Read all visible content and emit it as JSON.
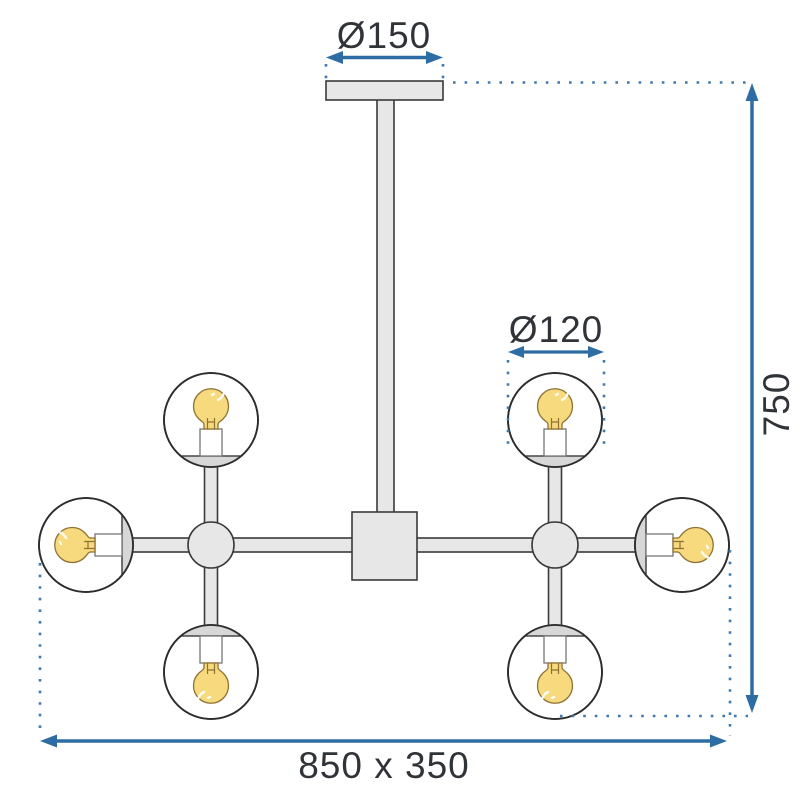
{
  "subject": "Technical dimension drawing of a ceiling chandelier with six glass globe shades",
  "labels": {
    "canopy_diameter": "Ø150",
    "globe_diameter": "Ø120",
    "height": "750",
    "footprint": "850 x 350"
  },
  "fixture": {
    "globe_count": 6,
    "arrangement": "central stem with horizontal bar, two cross hubs, globes up/down/outward"
  },
  "colors": {
    "dimension_blue": "#2e6da4",
    "dotted_blue": "#4179ae",
    "label_text": "#303438",
    "fixture_fill": "#e7e7e7",
    "dish_fill": "#d7d7d7",
    "outline": "#3a3a3a",
    "globe_outline": "#2d2d2d",
    "bulb_yellow": "#f7da7d",
    "bulb_outline": "#8f7233",
    "background": "#ffffff"
  }
}
